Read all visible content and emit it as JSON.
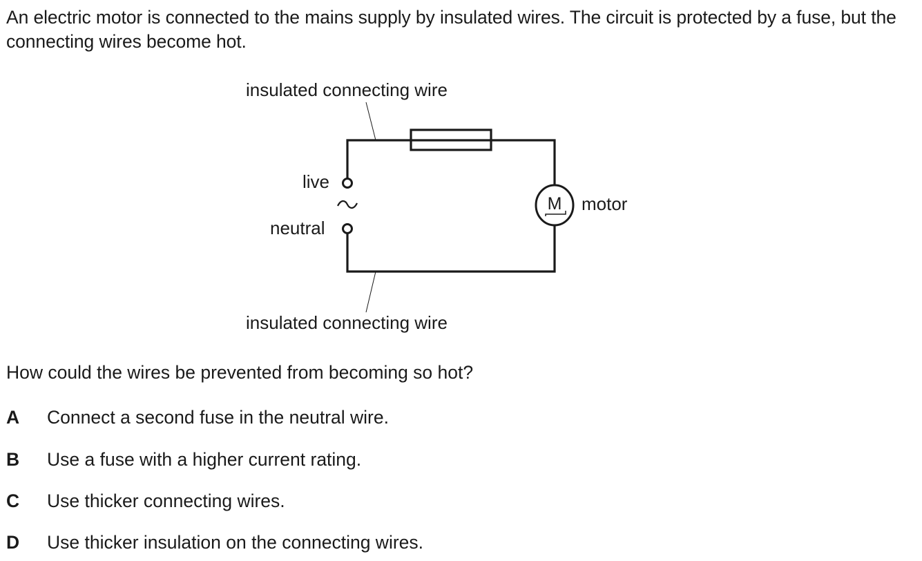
{
  "intro": "An electric motor is connected to the mains supply by insulated wires. The circuit is protected by a fuse, but the connecting wires become hot.",
  "diagram": {
    "label_top_wire": "insulated connecting wire",
    "label_bottom_wire": "insulated connecting wire",
    "label_live": "live",
    "label_neutral": "neutral",
    "ac_symbol": "~",
    "motor_symbol": "M",
    "label_motor": "motor",
    "components": [
      "fuse",
      "motor",
      "live-terminal",
      "neutral-terminal",
      "ac-supply"
    ]
  },
  "question": "How could the wires be prevented from becoming so hot?",
  "options": [
    {
      "letter": "A",
      "text": "Connect a second fuse in the neutral wire."
    },
    {
      "letter": "B",
      "text": "Use a fuse with a higher current rating."
    },
    {
      "letter": "C",
      "text": "Use thicker connecting wires."
    },
    {
      "letter": "D",
      "text": "Use thicker insulation on the connecting wires."
    }
  ]
}
